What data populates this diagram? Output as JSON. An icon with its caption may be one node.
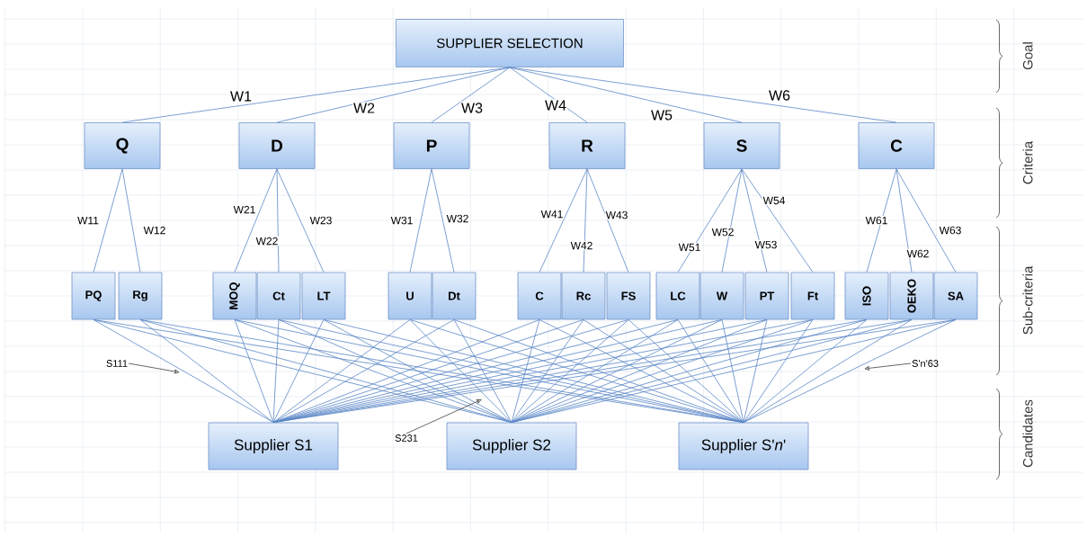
{
  "diagram": {
    "nodes": [
      {
        "text": [
          "SUPPLIER SELECTION"
        ]
      },
      {
        "text": [
          "Q"
        ]
      },
      {
        "text": [
          "D"
        ]
      },
      {
        "text": [
          "P"
        ]
      },
      {
        "text": [
          "R"
        ]
      },
      {
        "text": [
          "S"
        ]
      },
      {
        "text": [
          "C"
        ]
      },
      {
        "text": [
          "PQ"
        ]
      },
      {
        "text": [
          "Rg"
        ]
      },
      {
        "text": [
          "MOQ"
        ]
      },
      {
        "text": [
          "Ct"
        ]
      },
      {
        "text": [
          "LT"
        ]
      },
      {
        "text": [
          "U"
        ]
      },
      {
        "text": [
          "Dt"
        ]
      },
      {
        "text": [
          "C"
        ]
      },
      {
        "text": [
          "Rc"
        ]
      },
      {
        "text": [
          "FS"
        ]
      },
      {
        "text": [
          "LC"
        ]
      },
      {
        "text": [
          "W"
        ]
      },
      {
        "text": [
          "PT"
        ]
      },
      {
        "text": [
          "Ft"
        ]
      },
      {
        "text": [
          "ISO"
        ]
      },
      {
        "text": [
          "OEKO"
        ]
      },
      {
        "text": [
          "SA"
        ]
      },
      {
        "text": [
          "Supplier S1"
        ]
      },
      {
        "text": [
          "Supplier S2"
        ]
      },
      {
        "text": [
          "Supplier S'*n*'"
        ]
      },
      {
        "text": [
          "S111"
        ]
      },
      {
        "text": [
          "S231"
        ]
      },
      {
        "text": [
          "S'n'63"
        ]
      }
    ],
    "edges": [
      {
        "from": 0,
        "to": 1,
        "arrow": "none",
        "label": "W1"
      },
      {
        "from": 0,
        "to": 2,
        "arrow": "none",
        "label": "W2"
      },
      {
        "from": 0,
        "to": 3,
        "arrow": "none",
        "label": "W3"
      },
      {
        "from": 0,
        "to": 4,
        "arrow": "none",
        "label": "W4"
      },
      {
        "from": 0,
        "to": 5,
        "arrow": "none",
        "label": "W5"
      },
      {
        "from": 0,
        "to": 6,
        "arrow": "none",
        "label": "W6"
      },
      {
        "from": 1,
        "to": 7,
        "arrow": "none",
        "label": "W11"
      },
      {
        "from": 1,
        "to": 8,
        "arrow": "none",
        "label": "W12"
      },
      {
        "from": 2,
        "to": 9,
        "arrow": "none",
        "label": "W21"
      },
      {
        "from": 2,
        "to": 10,
        "arrow": "none",
        "label": "W22"
      },
      {
        "from": 2,
        "to": 11,
        "arrow": "none",
        "label": "W23"
      },
      {
        "from": 3,
        "to": 12,
        "arrow": "none",
        "label": "W31"
      },
      {
        "from": 3,
        "to": 13,
        "arrow": "none",
        "label": "W32"
      },
      {
        "from": 4,
        "to": 14,
        "arrow": "none",
        "label": "W41"
      },
      {
        "from": 4,
        "to": 15,
        "arrow": "none",
        "label": "W42"
      },
      {
        "from": 4,
        "to": 16,
        "arrow": "none",
        "label": "W43"
      },
      {
        "from": 5,
        "to": 17,
        "arrow": "none",
        "label": "W51"
      },
      {
        "from": 5,
        "to": 18,
        "arrow": "none",
        "label": "W52"
      },
      {
        "from": 5,
        "to": 19,
        "arrow": "none",
        "label": "W53"
      },
      {
        "from": 5,
        "to": 20,
        "arrow": "none",
        "label": "W54"
      },
      {
        "from": 6,
        "to": 21,
        "arrow": "none",
        "label": "W61"
      },
      {
        "from": 6,
        "to": 22,
        "arrow": "none",
        "label": "W62"
      },
      {
        "from": 6,
        "to": 23,
        "arrow": "none",
        "label": "W63"
      },
      {
        "from": 7,
        "to": 24,
        "arrow": "none"
      },
      {
        "from": 7,
        "to": 25,
        "arrow": "none"
      },
      {
        "from": 7,
        "to": 26,
        "arrow": "none"
      },
      {
        "from": 8,
        "to": 24,
        "arrow": "none"
      },
      {
        "from": 8,
        "to": 25,
        "arrow": "none"
      },
      {
        "from": 8,
        "to": 26,
        "arrow": "none"
      },
      {
        "from": 9,
        "to": 24,
        "arrow": "none"
      },
      {
        "from": 9,
        "to": 25,
        "arrow": "none"
      },
      {
        "from": 9,
        "to": 26,
        "arrow": "none"
      },
      {
        "from": 10,
        "to": 24,
        "arrow": "none"
      },
      {
        "from": 10,
        "to": 25,
        "arrow": "none"
      },
      {
        "from": 10,
        "to": 26,
        "arrow": "none"
      },
      {
        "from": 11,
        "to": 24,
        "arrow": "none"
      },
      {
        "from": 11,
        "to": 25,
        "arrow": "none"
      },
      {
        "from": 11,
        "to": 26,
        "arrow": "none"
      },
      {
        "from": 12,
        "to": 24,
        "arrow": "none"
      },
      {
        "from": 12,
        "to": 25,
        "arrow": "none"
      },
      {
        "from": 12,
        "to": 26,
        "arrow": "none"
      },
      {
        "from": 13,
        "to": 24,
        "arrow": "none"
      },
      {
        "from": 13,
        "to": 25,
        "arrow": "none"
      },
      {
        "from": 13,
        "to": 26,
        "arrow": "none"
      },
      {
        "from": 14,
        "to": 24,
        "arrow": "none"
      },
      {
        "from": 14,
        "to": 25,
        "arrow": "none"
      },
      {
        "from": 14,
        "to": 26,
        "arrow": "none"
      },
      {
        "from": 15,
        "to": 24,
        "arrow": "none"
      },
      {
        "from": 15,
        "to": 25,
        "arrow": "none"
      },
      {
        "from": 15,
        "to": 26,
        "arrow": "none"
      },
      {
        "from": 16,
        "to": 24,
        "arrow": "none"
      },
      {
        "from": 16,
        "to": 25,
        "arrow": "none"
      },
      {
        "from": 16,
        "to": 26,
        "arrow": "none"
      },
      {
        "from": 17,
        "to": 24,
        "arrow": "none"
      },
      {
        "from": 17,
        "to": 25,
        "arrow": "none"
      },
      {
        "from": 17,
        "to": 26,
        "arrow": "none"
      },
      {
        "from": 18,
        "to": 24,
        "arrow": "none"
      },
      {
        "from": 18,
        "to": 25,
        "arrow": "none"
      },
      {
        "from": 18,
        "to": 26,
        "arrow": "none"
      },
      {
        "from": 19,
        "to": 24,
        "arrow": "none"
      },
      {
        "from": 19,
        "to": 25,
        "arrow": "none"
      },
      {
        "from": 19,
        "to": 26,
        "arrow": "none"
      },
      {
        "from": 20,
        "to": 24,
        "arrow": "none"
      },
      {
        "from": 20,
        "to": 25,
        "arrow": "none"
      },
      {
        "from": 20,
        "to": 26,
        "arrow": "none"
      },
      {
        "from": 21,
        "to": 24,
        "arrow": "none"
      },
      {
        "from": 21,
        "to": 25,
        "arrow": "none"
      },
      {
        "from": 21,
        "to": 26,
        "arrow": "none"
      },
      {
        "from": 22,
        "to": 24,
        "arrow": "none"
      },
      {
        "from": 22,
        "to": 25,
        "arrow": "none"
      },
      {
        "from": 22,
        "to": 26,
        "arrow": "none"
      },
      {
        "from": 23,
        "to": 24,
        "arrow": "none"
      },
      {
        "from": 23,
        "to": 25,
        "arrow": "none"
      },
      {
        "from": 23,
        "to": 26,
        "arrow": "none"
      },
      {
        "from": 27,
        "to": null,
        "arrow": "to",
        "color": "#404040"
      },
      {
        "from": 28,
        "to": null,
        "arrow": "to",
        "color": "#404040"
      },
      {
        "from": 29,
        "to": null,
        "arrow": "to",
        "color": "#404040"
      }
    ],
    "labels": [
      "Goal",
      "Criteria",
      "Sub-criteria",
      "Candidates"
    ]
  }
}
